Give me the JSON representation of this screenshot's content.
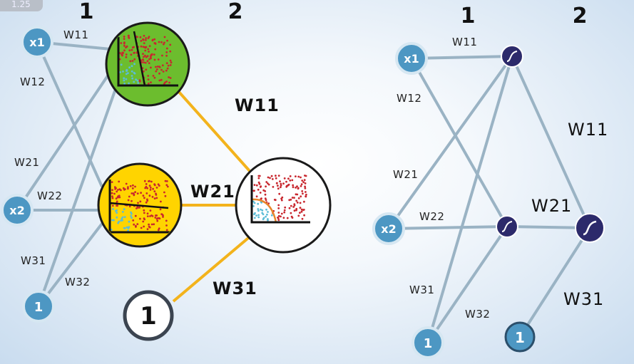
{
  "overlay": {
    "speed_label": "1.25"
  },
  "left_network": {
    "layer_labels": [
      "1",
      "2"
    ],
    "inputs": [
      "x1",
      "x2",
      "1"
    ],
    "bias_label": "1",
    "layer1_weights": [
      "W11",
      "W12",
      "W21",
      "W22",
      "W31",
      "W32"
    ],
    "layer2_weights": [
      "W11",
      "W21",
      "W31"
    ],
    "colors": {
      "node1": "#6cbd2e",
      "node2": "#ffd400",
      "output": "#ffffff",
      "edges_out": "#f3b31c",
      "edges_in": "#9ab3c4",
      "input_node": "#4d97c3",
      "point_red": "#c8272e",
      "point_blue": "#5bbcd6"
    }
  },
  "right_network": {
    "layer_labels": [
      "1",
      "2"
    ],
    "inputs": [
      "x1",
      "x2",
      "1"
    ],
    "bias_label": "1",
    "layer1_weights": [
      "W11",
      "W12",
      "W21",
      "W22",
      "W31",
      "W32"
    ],
    "layer2_weights": [
      "W11",
      "W21",
      "W31"
    ],
    "colors": {
      "sigmoid_node": "#2c2a6b",
      "edges": "#9ab3c4",
      "input_node": "#4d97c3"
    }
  }
}
